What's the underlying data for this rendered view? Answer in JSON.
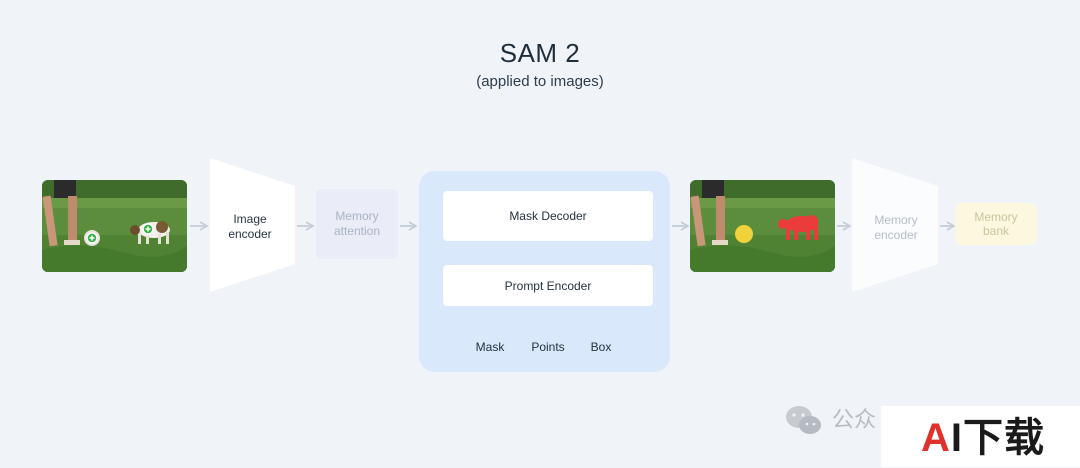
{
  "header": {
    "title": "SAM 2",
    "subtitle": "(applied to images)"
  },
  "image_encoder": {
    "label": "Image\nencoder"
  },
  "memory_attention": {
    "label": "Memory\nattention"
  },
  "sam_block": {
    "mask_decoder": "Mask Decoder",
    "prompt_encoder": "Prompt Encoder",
    "inputs": [
      "Mask",
      "Points",
      "Box"
    ]
  },
  "memory_encoder": {
    "label": "Memory\nencoder"
  },
  "memory_bank": {
    "label": "Memory\nbank"
  },
  "watermark": {
    "gz": "公众",
    "brand_a": "A",
    "brand_rest": "I下载"
  },
  "colors": {
    "panel": "#d9e8fb",
    "arrow": "#c4ccd6",
    "background": "#f0f3f8",
    "accent_red": "#e0322a"
  }
}
